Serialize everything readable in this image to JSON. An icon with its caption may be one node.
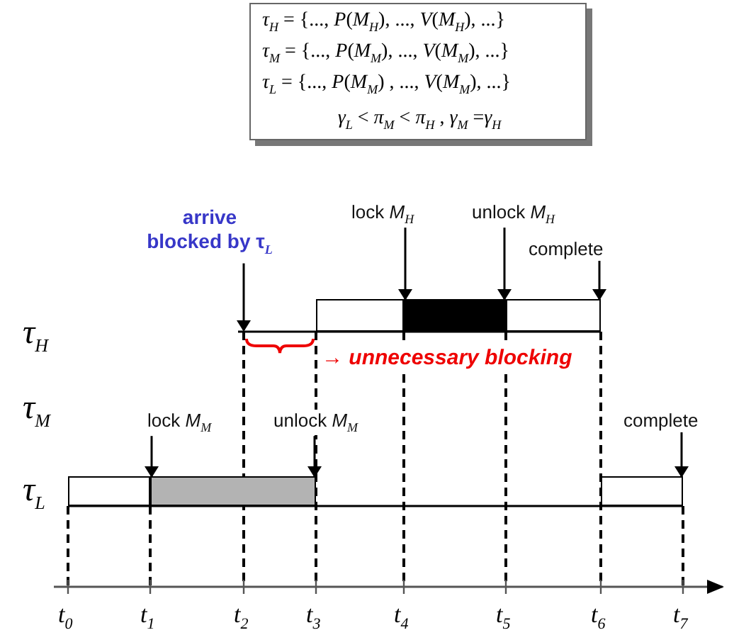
{
  "diagram": {
    "nodes": [
      {
        "text": [
          "*τ*$_{H}$ = {..., *P*(*M*$_{H}$), ..., *V*(*M*$_{H}$), ...}",
          "*τ*$_{M}$ = {..., *P*(*M*$_{M}$), ..., *V*(*M*$_{M}$), ...}",
          "*τ*$_{L}$ = {..., *P*(*M*$_{M}$) , ..., *V*(*M*$_{M}$), ...}",
          "*γ*$_{L}$ < *π*$_{M}$ < *π*$_{H}$ , *γ*$_{M}$ =*γ*$_{H}$"
        ]
      },
      {
        "text": [
          "arrive blocked by τ$_{L}$"
        ]
      },
      {
        "text": [
          "lock *M*$_{H}$"
        ]
      },
      {
        "text": [
          "unlock *M*$_{H}$"
        ]
      },
      {
        "text": [
          "complete"
        ]
      },
      {
        "text": [
          "lock *M*$_{M}$"
        ]
      },
      {
        "text": [
          "unlock *M*$_{M}$"
        ]
      },
      {
        "text": [
          "complete"
        ]
      },
      {
        "text": [],
        "shape": "bar"
      },
      {
        "text": [],
        "shape": "bar"
      },
      {
        "text": [],
        "shape": "bar"
      },
      {
        "text": [],
        "shape": "bar"
      },
      {
        "text": [],
        "shape": "bar"
      },
      {
        "text": [],
        "shape": "bar"
      }
    ],
    "edges": [
      {
        "from": 1,
        "to": null,
        "arrow": "to"
      },
      {
        "from": 2,
        "to": 9,
        "arrow": "to"
      },
      {
        "from": 3,
        "to": 9,
        "arrow": "to"
      },
      {
        "from": 4,
        "to": 10,
        "arrow": "to"
      },
      {
        "from": 5,
        "to": 12,
        "arrow": "to"
      },
      {
        "from": 6,
        "to": 12,
        "arrow": "to"
      },
      {
        "from": 7,
        "to": 13,
        "arrow": "to"
      }
    ],
    "labels": [
      "τ$_{H}$",
      "→ unnecessary blocking",
      "τ$_{M}$",
      "τ$_{L}$",
      "t$_{0}$",
      "t$_{1}$",
      "t$_{2}$",
      "t$_{3}$",
      "t$_{4}$",
      "t$_{5}$",
      "t$_{6}$",
      "t$_{7}$"
    ]
  }
}
